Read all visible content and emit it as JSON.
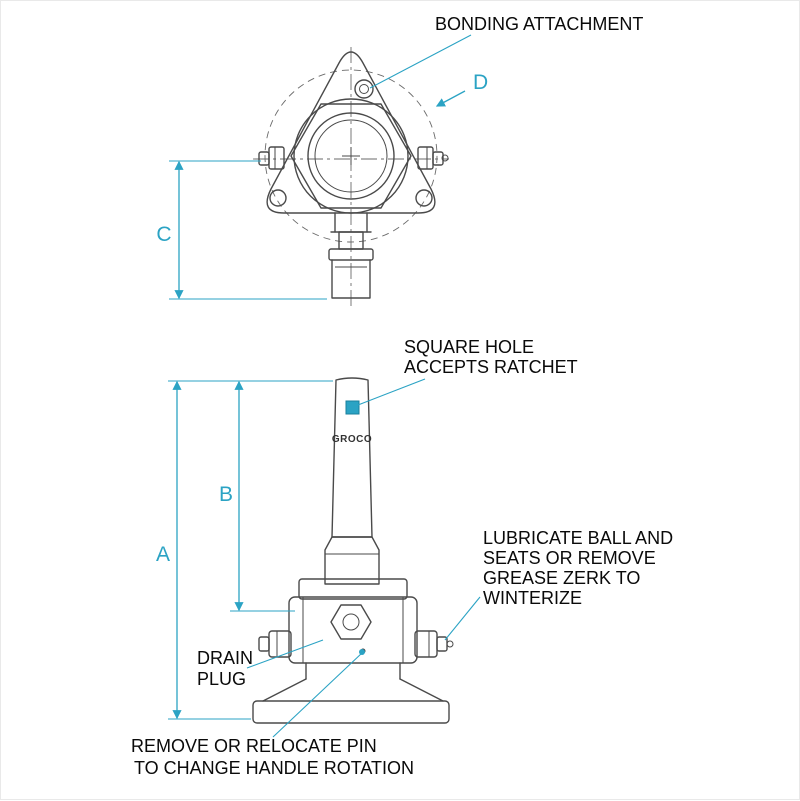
{
  "colors": {
    "accent": "#2BA3C4",
    "drawing_line": "#4a4a4a",
    "text": "#0a0a0a",
    "background": "#ffffff",
    "square_hole_fill": "#2BA3C4"
  },
  "labels": {
    "bonding": "BONDING ATTACHMENT",
    "square_hole_1": "SQUARE HOLE",
    "square_hole_2": "ACCEPTS RATCHET",
    "lubricate_1": "LUBRICATE BALL AND",
    "lubricate_2": "SEATS OR REMOVE",
    "lubricate_3": "GREASE ZERK TO",
    "lubricate_4": "WINTERIZE",
    "drain_1": "DRAIN",
    "drain_2": "PLUG",
    "remove_1": "REMOVE OR RELOCATE PIN",
    "remove_2": "TO CHANGE HANDLE ROTATION",
    "brand": "GROCO"
  },
  "dimensions": {
    "a": "A",
    "b": "B",
    "c": "C",
    "d": "D"
  }
}
